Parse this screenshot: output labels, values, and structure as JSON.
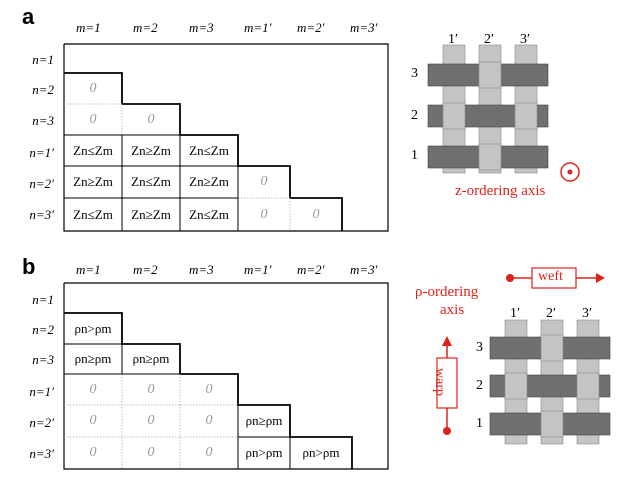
{
  "panel_a": {
    "label": "a",
    "col_headers": [
      "m=1",
      "m=2",
      "m=3",
      "m=1′",
      "m=2′",
      "m=3′"
    ],
    "row_headers": [
      "n=1",
      "n=2",
      "n=3",
      "n=1′",
      "n=2′",
      "n=3′"
    ],
    "cells": [
      [
        "0"
      ],
      [
        "0",
        "0"
      ],
      [
        "Zn≤Zm",
        "Zn≥Zm",
        "Zn≤Zm"
      ],
      [
        "Zn≥Zm",
        "Zn≤Zm",
        "Zn≥Zm",
        "0"
      ],
      [
        "Zn≤Zm",
        "Zn≥Zm",
        "Zn≤Zm",
        "0",
        "0"
      ]
    ],
    "weave": {
      "col_labels": [
        "1′",
        "2′",
        "3′"
      ],
      "row_labels": [
        "3",
        "2",
        "1"
      ],
      "axis_label": "z-ordering axis"
    }
  },
  "panel_b": {
    "label": "b",
    "col_headers": [
      "m=1",
      "m=2",
      "m=3",
      "m=1′",
      "m=2′",
      "m=3′"
    ],
    "row_headers": [
      "n=1",
      "n=2",
      "n=3",
      "n=1′",
      "n=2′",
      "n=3′"
    ],
    "cells": [
      [
        "ρn>ρm"
      ],
      [
        "ρn≥ρm",
        "ρn≥ρm"
      ],
      [
        "0",
        "0",
        "0"
      ],
      [
        "0",
        "0",
        "0",
        "ρn≥ρm"
      ],
      [
        "0",
        "0",
        "0",
        "ρn>ρm",
        "ρn>ρm"
      ]
    ],
    "weave": {
      "col_labels": [
        "1′",
        "2′",
        "3′"
      ],
      "row_labels": [
        "3",
        "2",
        "1"
      ],
      "weft_label": "weft",
      "warp_label": "warp",
      "axis_label_line1": "ρ-ordering",
      "axis_label_line2": "axis"
    }
  },
  "colors": {
    "accent_red": "#e0221c",
    "dark_strand": "#6f6f6f",
    "light_strand": "#c4c4c4",
    "zero_text": "#9a9a9a"
  }
}
